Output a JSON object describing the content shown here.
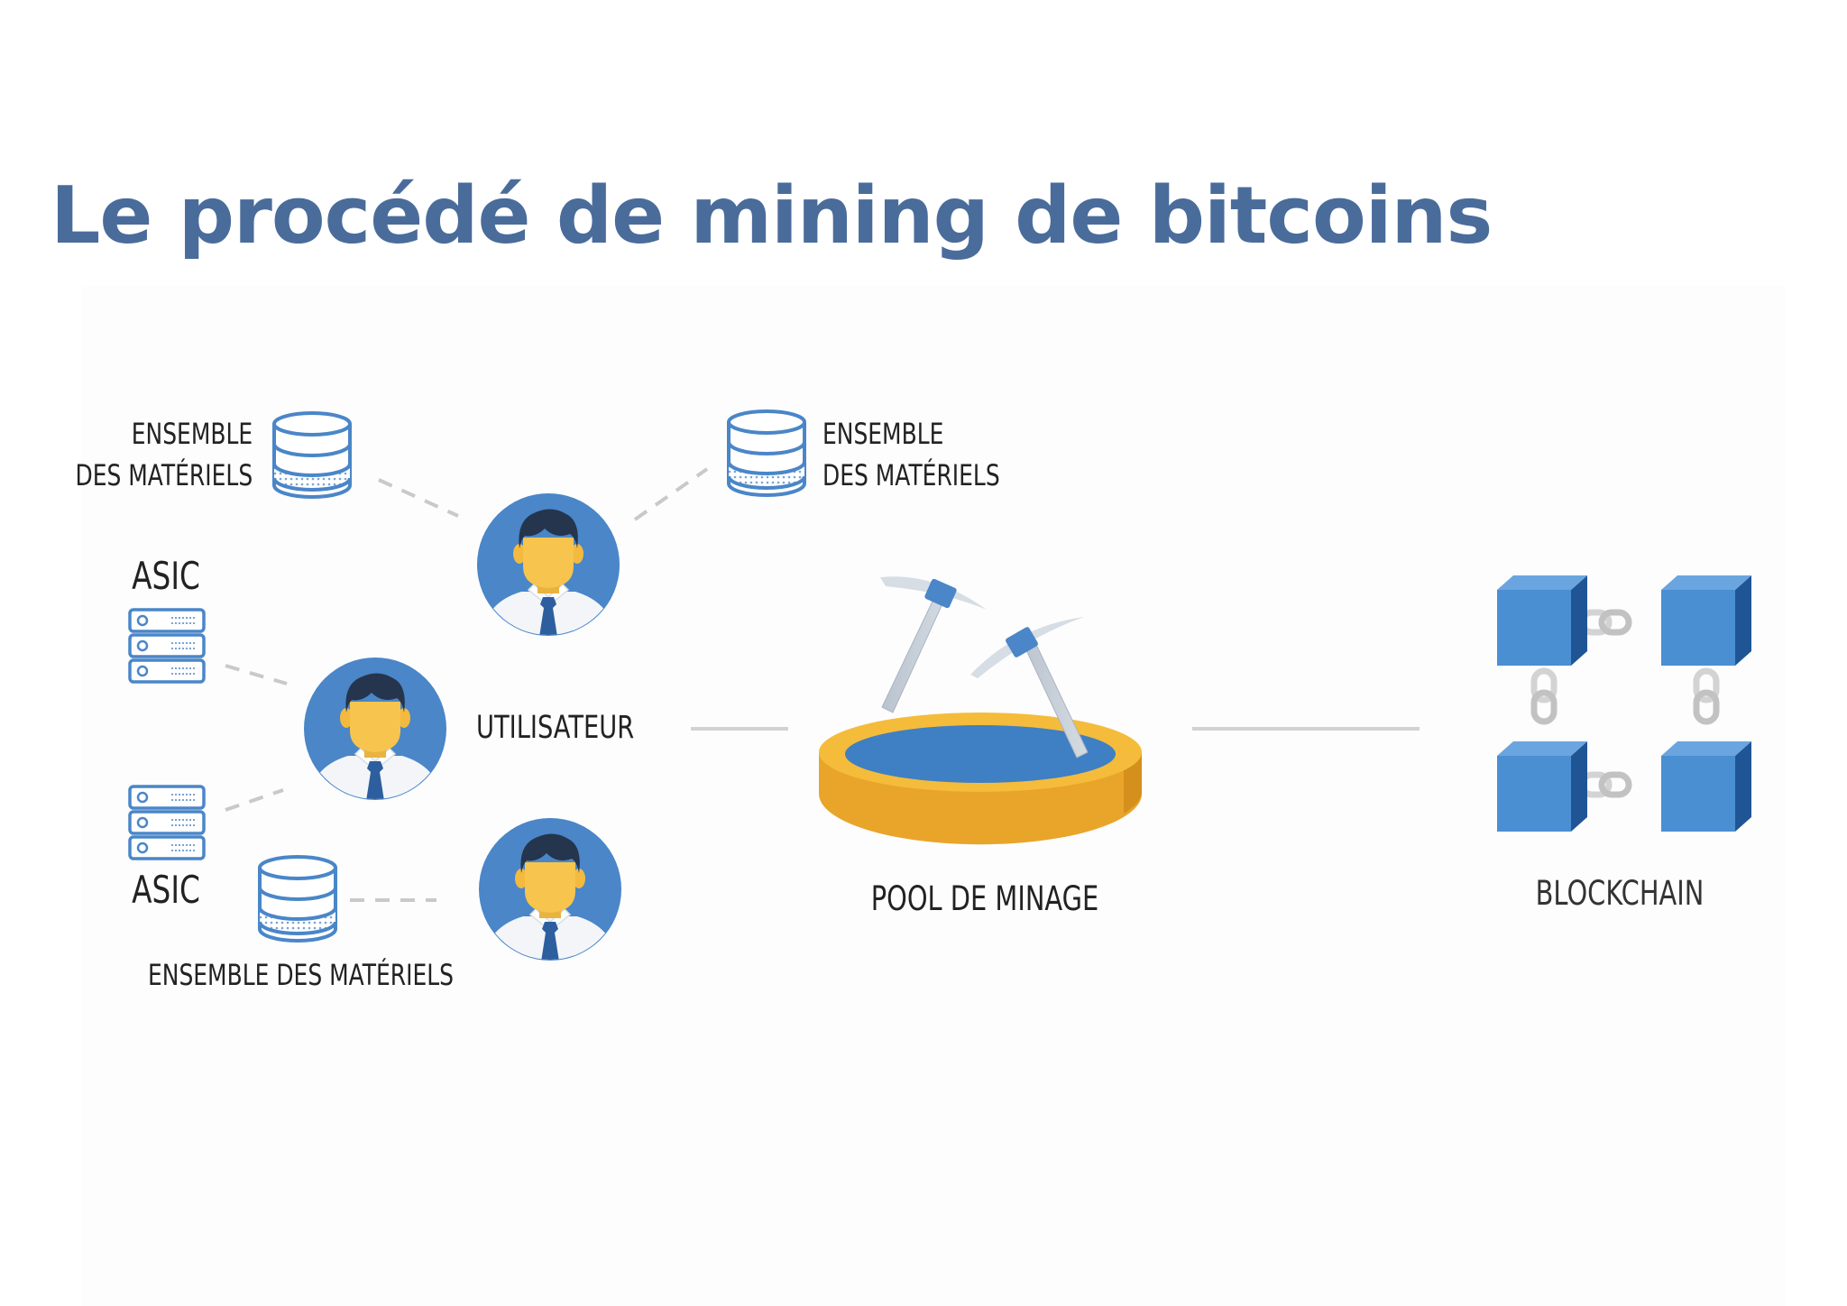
{
  "title": "Le procédé de mining de bitcoins",
  "labels": {
    "ensemble_top_left": [
      "ENSEMBLE",
      "DES MATÉRIELS"
    ],
    "ensemble_top_right": [
      "ENSEMBLE",
      "DES MATÉRIELS"
    ],
    "ensemble_bottom": "ENSEMBLE DES MATÉRIELS",
    "asic_top": "ASIC",
    "asic_bottom": "ASIC",
    "utilisateur": "UTILISATEUR",
    "pool": "POOL DE MINAGE",
    "blockchain": "BLOCKCHAIN"
  },
  "colors": {
    "title": "#4a6c9b",
    "avatar_bg": "#4a86c8",
    "face": "#f7c44d",
    "hair": "#24354d",
    "tie": "#2d5f9f",
    "pool_gold": "#f1b535",
    "pool_water": "#3f7fc4",
    "block": "#4a8fd2",
    "block_dark": "#1f5595",
    "chain": "#d3d3d3",
    "connector": "#c9c9c9"
  },
  "icons": [
    "database-icon",
    "server-rack-icon",
    "user-avatar-icon",
    "pickaxe-icon",
    "mining-pool-icon",
    "blockchain-block-icon",
    "chain-link-icon"
  ]
}
